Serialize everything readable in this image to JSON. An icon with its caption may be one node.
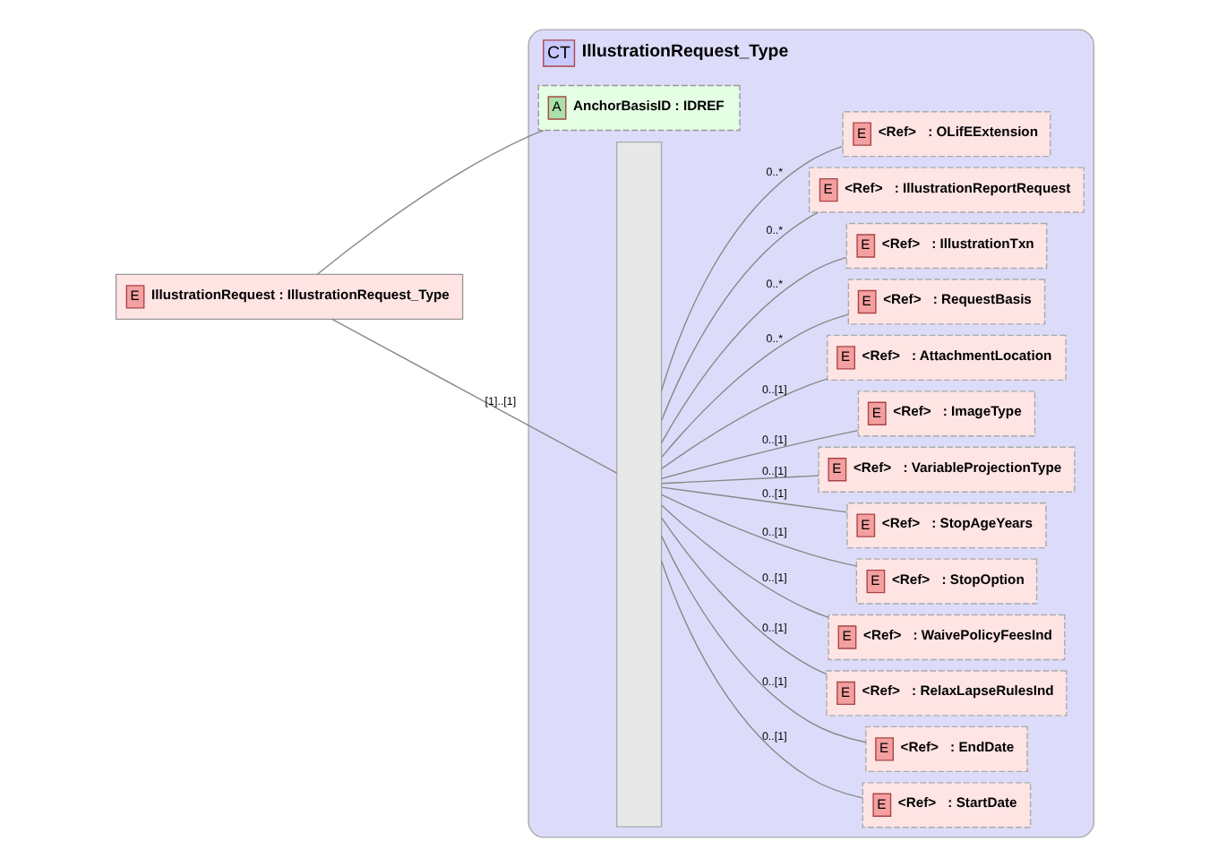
{
  "diagram": {
    "nodes": [
      {
        "text": [
          "E",
          "IllustrationRequest : IllustrationRequest_Type"
        ]
      },
      {
        "text": [
          "CT",
          "IllustrationRequest_Type"
        ]
      },
      {
        "text": [
          "A",
          "AnchorBasisID : IDREF"
        ],
        "in": 1
      },
      {
        "text": [],
        "shape": "bar",
        "in": 1
      },
      {
        "text": [
          "E",
          "<Ref>",
          ": StartDate"
        ],
        "in": 1
      },
      {
        "text": [
          "E",
          "<Ref>",
          ": EndDate"
        ],
        "in": 1
      },
      {
        "text": [
          "E",
          "<Ref>",
          ": RelaxLapseRulesInd"
        ],
        "in": 1
      },
      {
        "text": [
          "E",
          "<Ref>",
          ": WaivePolicyFeesInd"
        ],
        "in": 1
      },
      {
        "text": [
          "E",
          "<Ref>",
          ": StopOption"
        ],
        "in": 1
      },
      {
        "text": [
          "E",
          "<Ref>",
          ": StopAgeYears"
        ],
        "in": 1
      },
      {
        "text": [
          "E",
          "<Ref>",
          ": VariableProjectionType"
        ],
        "in": 1
      },
      {
        "text": [
          "E",
          "<Ref>",
          ": ImageType"
        ],
        "in": 1
      },
      {
        "text": [
          "E",
          "<Ref>",
          ": AttachmentLocation"
        ],
        "in": 1
      },
      {
        "text": [
          "E",
          "<Ref>",
          ": RequestBasis"
        ],
        "in": 1
      },
      {
        "text": [
          "E",
          "<Ref>",
          ": IllustrationTxn"
        ],
        "in": 1
      },
      {
        "text": [
          "E",
          "<Ref>",
          ": IllustrationReportRequest"
        ],
        "in": 1
      },
      {
        "text": [
          "E",
          "<Ref>",
          ": OLifEExtension"
        ],
        "in": 1
      }
    ],
    "edges": [
      {
        "from": 0,
        "to": 2,
        "arrow": "none"
      },
      {
        "from": 0,
        "to": 3,
        "arrow": "none",
        "label": "[1]..[1]"
      },
      {
        "from": 3,
        "to": 4,
        "arrow": "none",
        "label": "0..[1]"
      },
      {
        "from": 3,
        "to": 5,
        "arrow": "none",
        "label": "0..[1]"
      },
      {
        "from": 3,
        "to": 6,
        "arrow": "none",
        "label": "0..[1]"
      },
      {
        "from": 3,
        "to": 7,
        "arrow": "none",
        "label": "0..[1]"
      },
      {
        "from": 3,
        "to": 8,
        "arrow": "none",
        "label": "0..[1]"
      },
      {
        "from": 3,
        "to": 9,
        "arrow": "none",
        "label": "0..[1]"
      },
      {
        "from": 3,
        "to": 10,
        "arrow": "none",
        "label": "0..[1]"
      },
      {
        "from": 3,
        "to": 11,
        "arrow": "none",
        "label": "0..[1]"
      },
      {
        "from": 3,
        "to": 12,
        "arrow": "none",
        "label": "0..[1]"
      },
      {
        "from": 3,
        "to": 13,
        "arrow": "none",
        "label": "0..*"
      },
      {
        "from": 3,
        "to": 14,
        "arrow": "none",
        "label": "0..*"
      },
      {
        "from": 3,
        "to": 15,
        "arrow": "none",
        "label": "0..*"
      },
      {
        "from": 3,
        "to": 16,
        "arrow": "none",
        "label": "0..*"
      }
    ]
  }
}
